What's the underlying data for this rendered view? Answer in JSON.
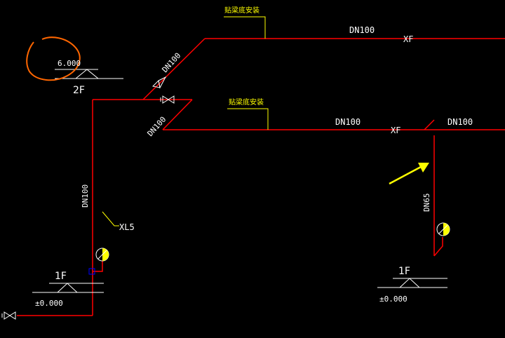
{
  "labels": {
    "beam_note_top": "贴梁底安装",
    "beam_note_mid": "贴梁底安装",
    "dn100_top": "DN100",
    "xf_top": "XF",
    "dn100_diag_upper": "DN100",
    "dn100_diag_lower": "DN100",
    "dn100_mid": "DN100",
    "xf_mid": "XF",
    "dn100_right": "DN100",
    "dn100_vertical": "DN100",
    "riser_tag": "XL5",
    "dn65_vertical": "DN65",
    "floor_2f": "2F",
    "elev_2f": "6.000",
    "floor_1f_left": "1F",
    "elev_1f_left": "±0.000",
    "floor_1f_right": "1F",
    "elev_1f_right": "±0.000"
  },
  "colors": {
    "background": "#000000",
    "pipe": "#ff0000",
    "annotation": "#ffff00",
    "text": "#ffffff",
    "markup_circle": "#ff6600",
    "connector": "#0000ff"
  },
  "icons": {
    "valve": "gate-valve-icon",
    "gauge": "pressure-gauge-icon",
    "level": "elevation-triangle-icon",
    "arrow": "arrow-pointer-icon"
  }
}
